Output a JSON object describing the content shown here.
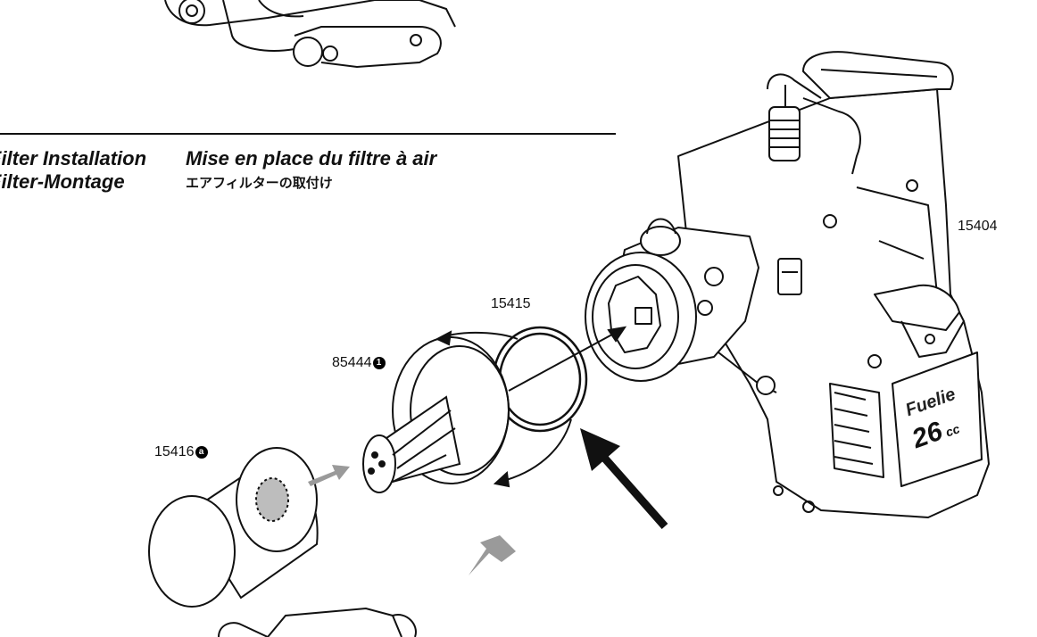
{
  "section": {
    "title_en_line1": "Filter Installation",
    "title_en_line2": "Filter-Montage",
    "title_fr": "Mise en place du filtre à air",
    "title_jp": "エアフィルターの取付け"
  },
  "parts": {
    "engine": "15404",
    "ring": "15415",
    "housing": "85444",
    "housing_badge": "1",
    "filter": "15416",
    "filter_badge": "a"
  },
  "engine_label": {
    "brand": "Fuelie",
    "model": "26",
    "suffix": "cc"
  },
  "colors": {
    "line": "#111111",
    "grey_arrow": "#9a9a9a",
    "foam": "#bdbdbd"
  }
}
